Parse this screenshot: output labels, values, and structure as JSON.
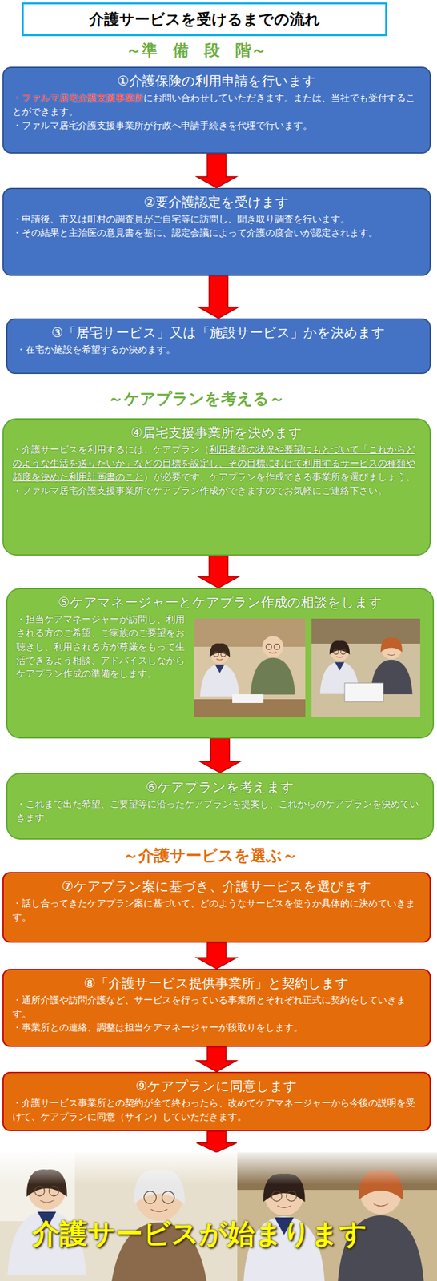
{
  "diagram": {
    "title": "介護サービスを受けるまでの流れ",
    "nodes": [
      {
        "text": [
          "①介護保険の利用申請を行います",
          "・ファルマ居宅介護支援事業所",
          "にお問い合わせしていただきます。または、当社でも受付することができます。",
          "・ファルマ居宅介護支援事業所が行政へ申請手続きを代理で行います。"
        ]
      },
      {
        "text": [
          "②要介護認定を受けます",
          "・申請後、市又は町村の調査員がご自宅等に訪問し、聞き取り調査を行います。",
          "・その結果と主治医の意見書を基に、認定会議によって介護の度合いが認定されます。"
        ]
      },
      {
        "text": [
          "③「居宅サービス」又は「施設サービス」かを決めます",
          "・在宅か施設を希望するか決めます。"
        ]
      },
      {
        "text": [
          "④居宅支援事業所を決めます",
          "・介護サービスを利用するには、ケアプラン（",
          "利用者様の状況や要望にもとづいて「これからどのような生活を送りたいか」などの目標を設定し、その目標にむけて利用するサービスの種類や頻度を決めた利用計画書のこと",
          "）が必要です。ケアプランを作成できる事業所を選びましょう。",
          "・ファルマ居宅介護支援事業所でケアプラン作成ができますのでお気軽にご連絡下さい。"
        ]
      },
      {
        "text": [
          "⑤ケアマネージャーとケアプラン作成の相談をします",
          "・担当ケアマネージャーが訪問し、利用される方のご希望、ご家族のご要望をお聴きし、利用される方が尊厳をもって生活できるよう相談、アドバイスしながらケアプラン作成の準備をします。"
        ]
      },
      {
        "text": [
          "⑥ケアプランを考えます",
          "・これまで出た希望、ご要望等に沿ったケアプランを提案し、これからのケアプランを決めていきます。"
        ]
      },
      {
        "text": [
          "⑦ケアプラン案に基づき、介護サービスを選びます",
          "・話し合ってきたケアプラン案に基づいて、どのようなサービスを使うか具体的に決めていきます。"
        ]
      },
      {
        "text": [
          "⑧「介護サービス提供事業所」と契約します",
          "・通所介護や訪問介護など、サービスを行っている事業所とそれぞれ正式に契約をしていきます。",
          "・事業所との連絡、調整は担当ケアマネージャーが段取りをします。"
        ]
      },
      {
        "text": [
          "⑨ケアプランに同意します",
          "・介護サービス事業所との契約が全て終わったら、改めてケアマネージャーから今後の説明を受けて、ケアプランに同意（サイン）していただきます。"
        ]
      },
      {
        "text": [
          "介護サービスが始まります"
        ]
      }
    ],
    "edges": [
      {
        "from": 0,
        "to": 1,
        "arrow": "to"
      },
      {
        "from": 1,
        "to": 2,
        "arrow": "to"
      },
      {
        "from": 3,
        "to": 4,
        "arrow": "to"
      },
      {
        "from": 4,
        "to": 5,
        "arrow": "to"
      },
      {
        "from": 6,
        "to": 7,
        "arrow": "to"
      },
      {
        "from": 7,
        "to": 8,
        "arrow": "to"
      },
      {
        "from": 8,
        "to": 9,
        "arrow": "to"
      }
    ],
    "labels": [
      "～準　備　段　階～",
      "～ケアプランを考える～",
      "～介護サービスを選ぶ～"
    ]
  }
}
